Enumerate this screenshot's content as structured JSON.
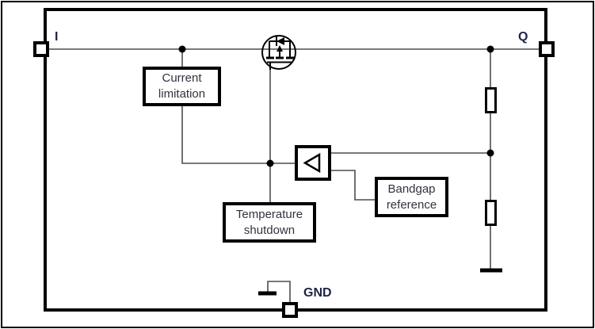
{
  "pins": {
    "input_label": "I",
    "output_label": "Q",
    "ground_label": "GND"
  },
  "blocks": {
    "current_limitation": {
      "line1": "Current",
      "line2": "limitation"
    },
    "temperature_shutdown": {
      "line1": "Temperature",
      "line2": "shutdown"
    },
    "bandgap_reference": {
      "line1": "Bandgap",
      "line2": "reference"
    }
  },
  "symbols": {
    "pass_transistor": "p-mosfet-with-body-diode",
    "error_amplifier": "left-pointing-triangle",
    "feedback_divider": "two-series-resistors",
    "ground": "ground-bar"
  },
  "colors": {
    "background": "#ffffff",
    "frame": "#000000",
    "wire": "#4d4d4d",
    "label_text": "#32323e",
    "pin_text": "#1e2347"
  }
}
